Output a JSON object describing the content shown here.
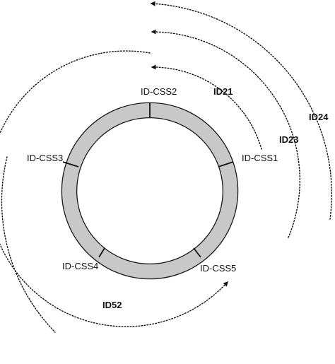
{
  "diagram": {
    "ring_segments": [
      "ID-CSS2",
      "ID-CSS1",
      "ID-CSS5",
      "ID-CSS4",
      "ID-CSS3"
    ],
    "arrow_labels": {
      "id21": "ID21",
      "id23": "ID23",
      "id24": "ID24",
      "id52": "ID52"
    },
    "colors": {
      "ring_fill": "#c8c8c8",
      "ring_stroke": "#1a1a1a",
      "arc_stroke": "#111111"
    }
  }
}
